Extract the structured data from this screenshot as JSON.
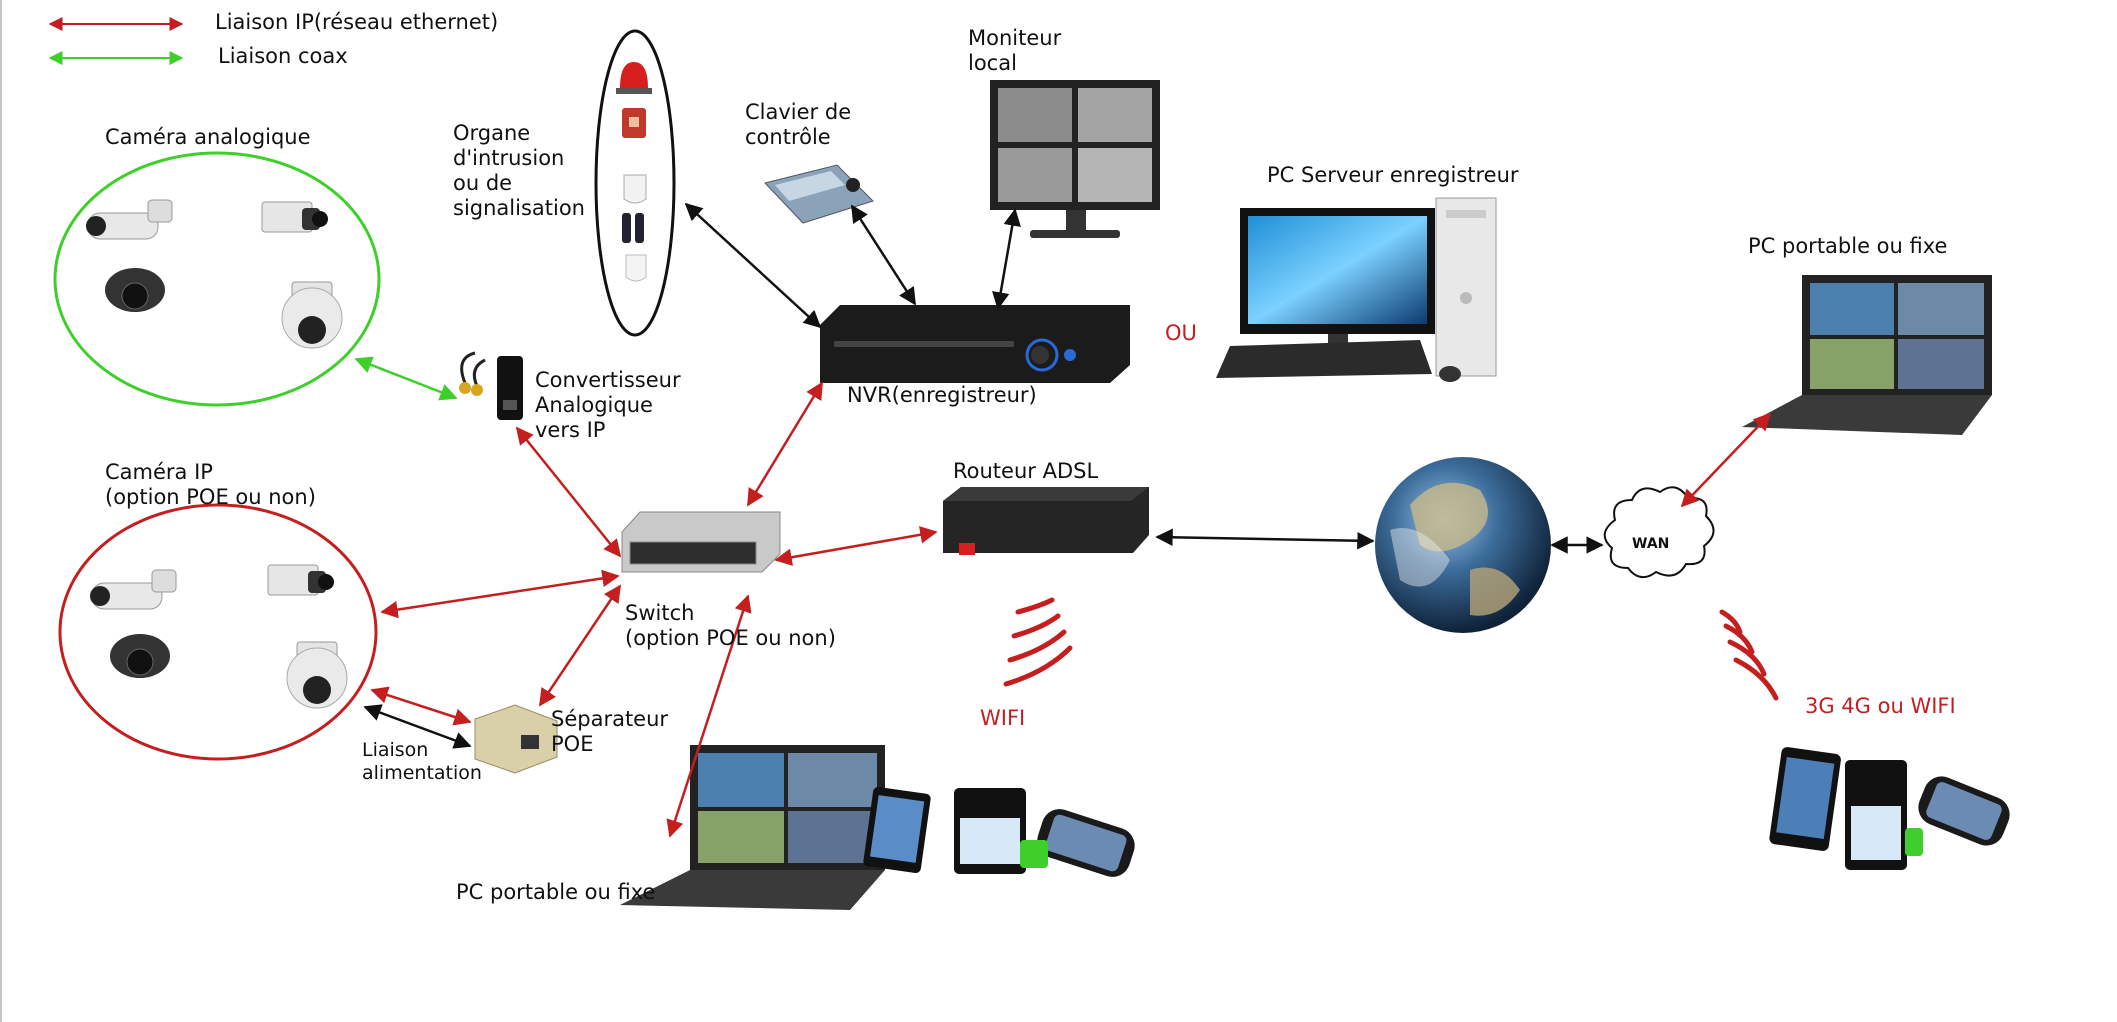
{
  "legend": {
    "ip_link": "Liaison IP(réseau ethernet)",
    "coax_link": "Liaison coax"
  },
  "labels": {
    "analog_camera": "Caméra analogique",
    "ip_camera_line1": "Caméra IP",
    "ip_camera_line2": "(option POE ou non)",
    "intrusion_line1": "Organe",
    "intrusion_line2": "d'intrusion",
    "intrusion_line3": "ou de",
    "intrusion_line4": "signalisation",
    "keyboard_line1": "Clavier de",
    "keyboard_line2": "contrôle",
    "monitor_line1": "Moniteur",
    "monitor_line2": "local",
    "pc_server": "PC Serveur enregistreur",
    "or": "OU",
    "nvr": "NVR(enregistreur)",
    "converter_line1": "Convertisseur",
    "converter_line2": "Analogique",
    "converter_line3": "vers IP",
    "router": "Routeur ADSL",
    "switch_line1": "Switch",
    "switch_line2": "(option POE ou non)",
    "poe_separator_line1": "Séparateur",
    "poe_separator_line2": "POE",
    "power_link_line1": "Liaison",
    "power_link_line2": "alimentation",
    "pc_laptop_bottom": "PC portable ou fixe",
    "pc_laptop_right": "PC portable ou fixe",
    "wifi": "WIFI",
    "mobile_net": "3G 4G ou WIFI",
    "wan": "WAN"
  },
  "colors": {
    "ip_link": "#c41e1e",
    "coax_link": "#3ecf2a",
    "power_link": "#111111"
  }
}
